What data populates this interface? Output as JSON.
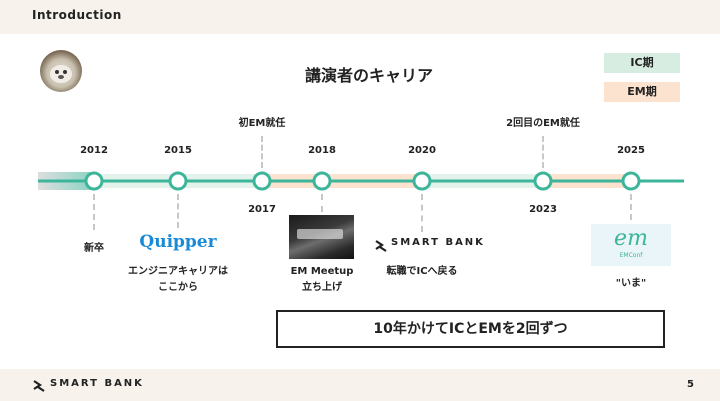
{
  "header": {
    "title": "Introduction"
  },
  "main": {
    "title": "講演者のキャリア"
  },
  "legend": {
    "ic": "IC期",
    "em": "EM期"
  },
  "timeline": {
    "top_events": [
      {
        "year": "2012"
      },
      {
        "year": "2015"
      },
      {
        "year": "2018"
      },
      {
        "year": "2020"
      },
      {
        "year": "2025"
      }
    ],
    "bottom_years": [
      "2017",
      "2023"
    ],
    "top_labels": [
      "初EM就任",
      "2回目のEM就任"
    ],
    "events": {
      "shinsotsu": "新卒",
      "quipper_logo": "Quipper",
      "quipper_line1": "エンジニアキャリアは",
      "quipper_line2": "ここから",
      "meetup_line1": "EM Meetup",
      "meetup_line2": "立ち上げ",
      "smartbank_logo": "SMART BANK",
      "smartbank_caption": "転職でICへ戻る",
      "emconf_logo": "em",
      "emconf_sub": "EMConf",
      "ima": "\"いま\""
    }
  },
  "caption": "10年かけてICとEMを2回ずつ",
  "footer": {
    "logo_text": "SMART BANK",
    "page": "5"
  },
  "colors": {
    "ic": "#d7ede1",
    "em": "#fbe3cf",
    "line": "#3cb59a",
    "line_start": "#c8c8c8"
  },
  "icons": {
    "avatar": "avatar-photo",
    "smartbank": "smartbank-mark-icon"
  }
}
